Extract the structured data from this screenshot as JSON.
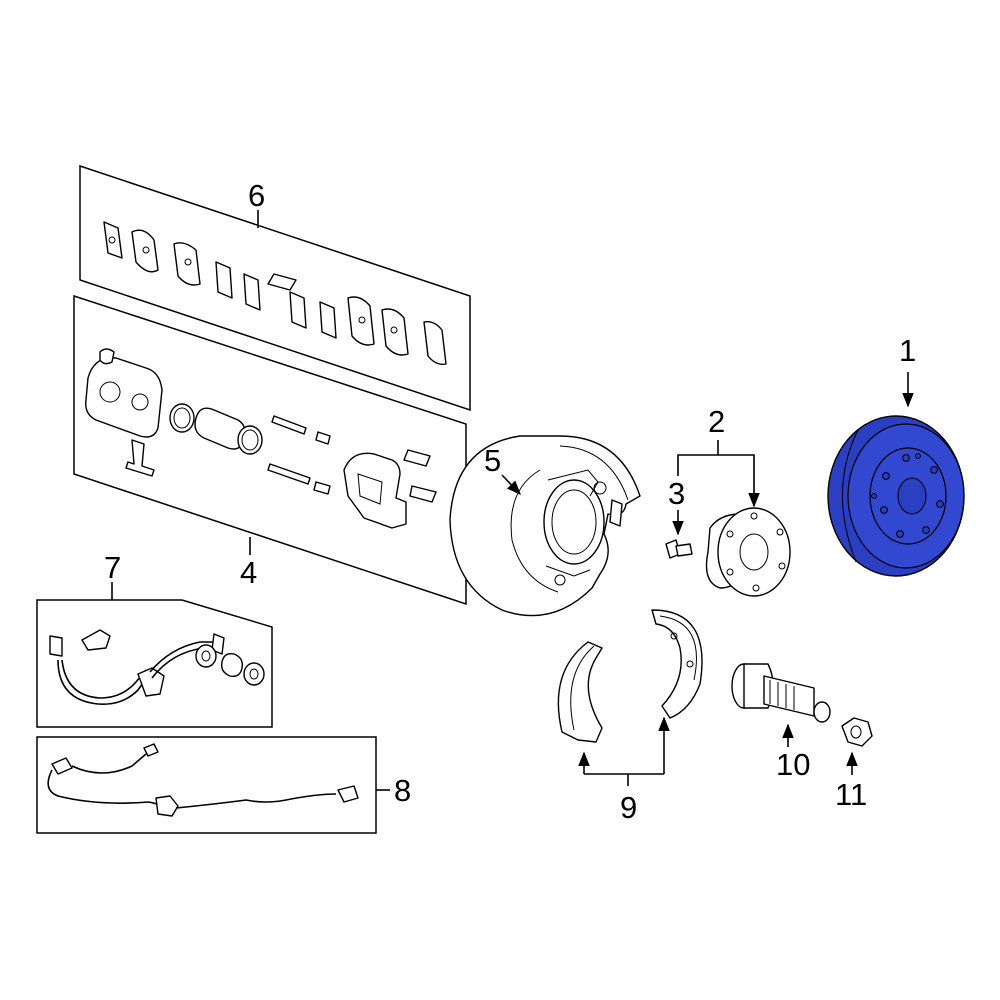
{
  "callouts": {
    "c1": "1",
    "c2": "2",
    "c3": "3",
    "c4": "4",
    "c5": "5",
    "c6": "6",
    "c7": "7",
    "c8": "8",
    "c9": "9",
    "c10": "10",
    "c11": "11"
  },
  "highlight_color": "#2b3fc2"
}
